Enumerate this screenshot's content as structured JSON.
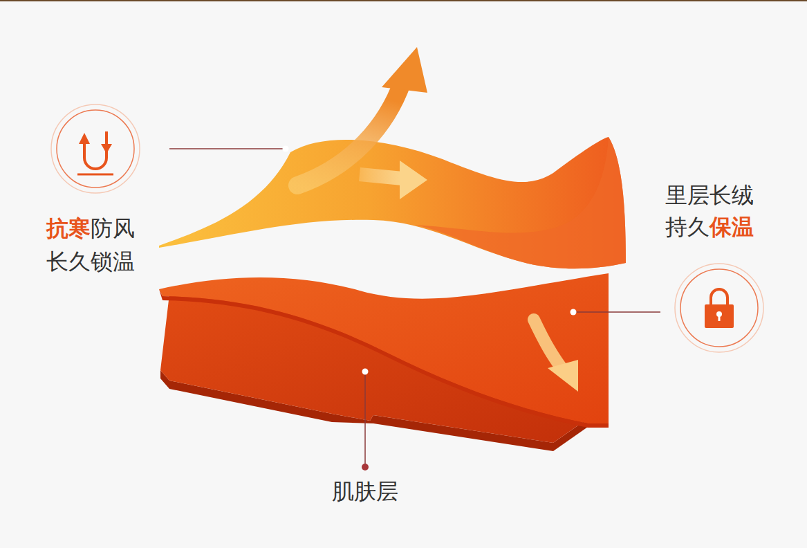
{
  "diagram": {
    "labels": [
      "抗寒",
      "防风",
      "长久锁温",
      "里层长绒",
      "持久",
      "保温",
      "肌肤层"
    ]
  }
}
